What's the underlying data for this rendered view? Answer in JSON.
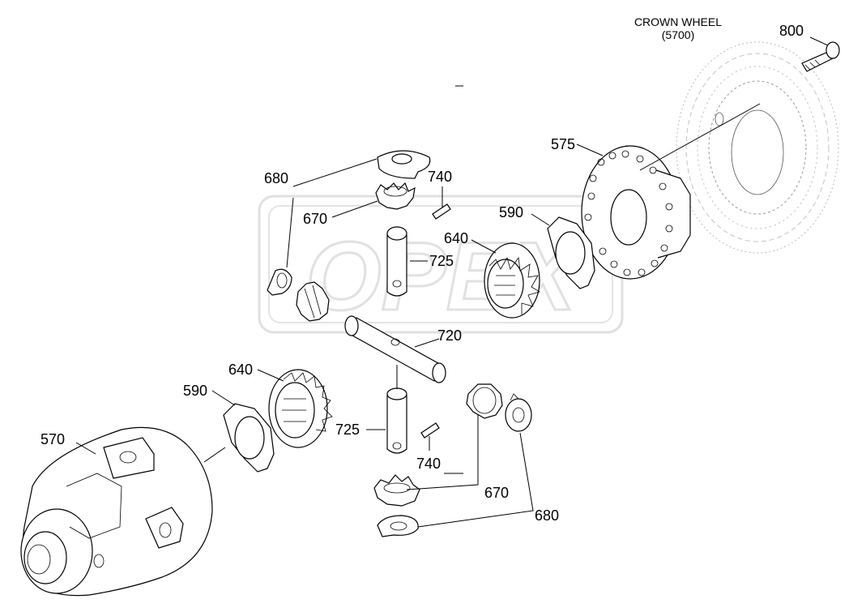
{
  "caption": {
    "line1": "CROWN WHEEL",
    "line2": "(5700)"
  },
  "labels": {
    "p800": "800",
    "p575": "575",
    "p680a": "680",
    "p740a": "740",
    "p670a": "670",
    "p590a": "590",
    "p640a": "640",
    "p725a": "725",
    "p720": "720",
    "p640b": "640",
    "p590b": "590",
    "p570": "570",
    "p725b": "725",
    "p740b": "740",
    "p670b": "670",
    "p680b": "680"
  },
  "watermark": "OPEX"
}
